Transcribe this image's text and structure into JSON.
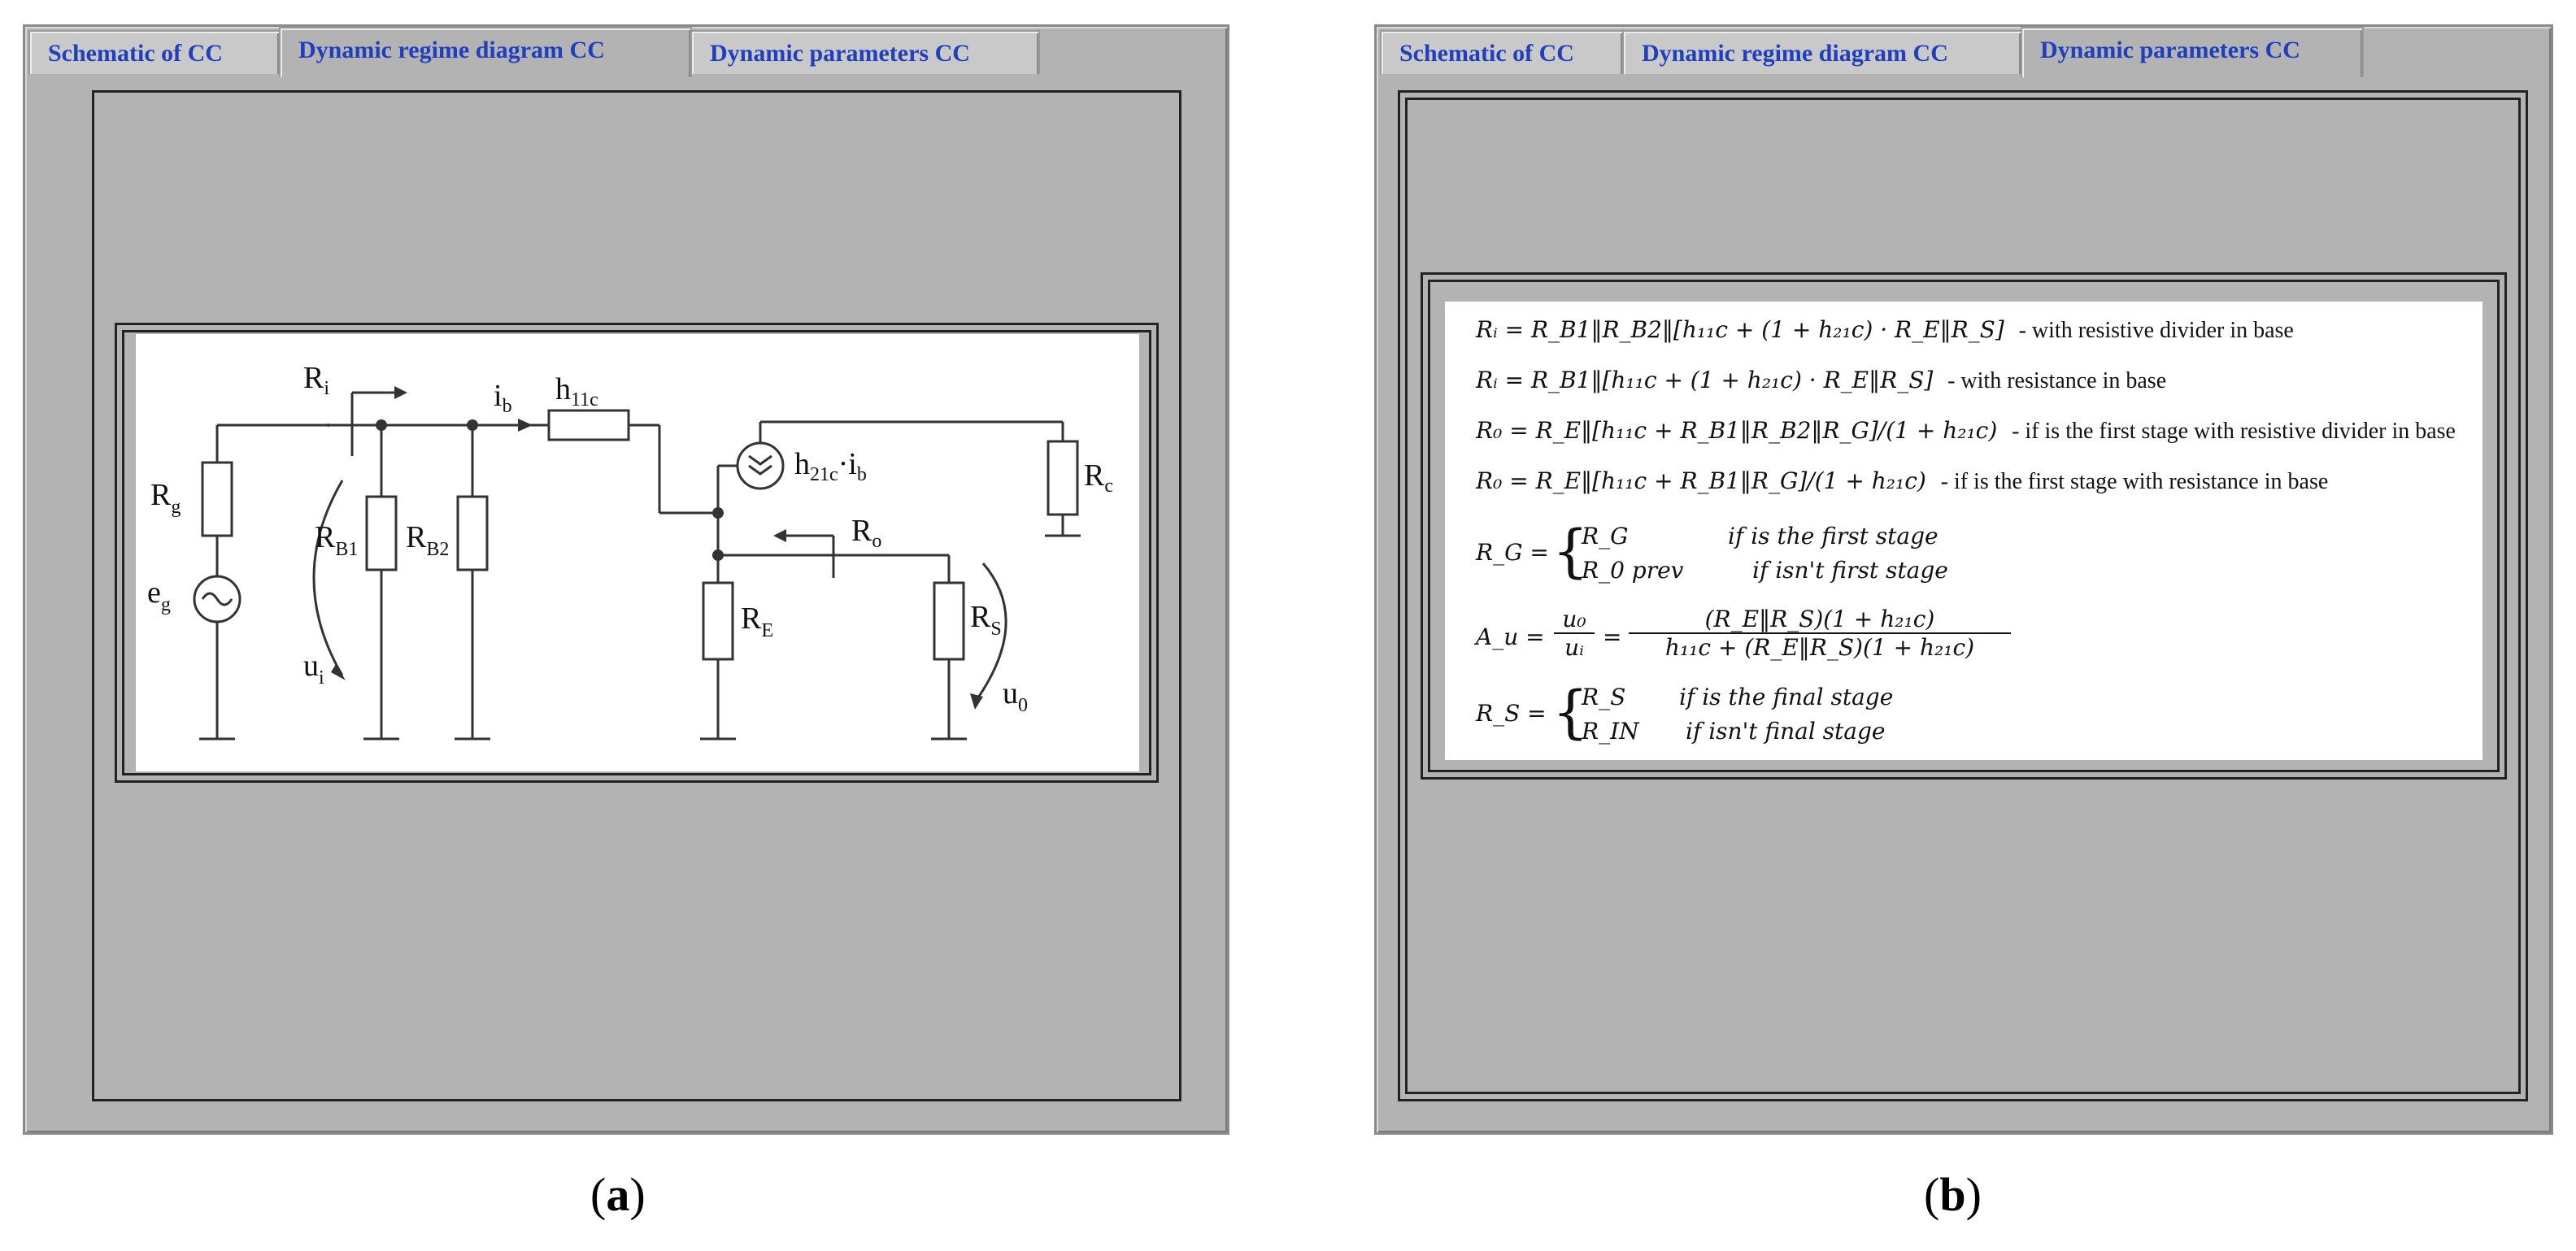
{
  "panel_a": {
    "tabs": [
      {
        "label": "Schematic of CC",
        "active": false
      },
      {
        "label": "Dynamic regime diagram CC",
        "active": true
      },
      {
        "label": "Dynamic parameters CC",
        "active": false
      }
    ],
    "caption": "a"
  },
  "panel_b": {
    "tabs": [
      {
        "label": "Schematic of CC",
        "active": false
      },
      {
        "label": "Dynamic regime diagram CC",
        "active": false
      },
      {
        "label": "Dynamic parameters CC",
        "active": true
      }
    ],
    "caption": "b"
  },
  "colors": {
    "tab_text": "#1f3fbf",
    "panel_bg": "#b3b3b3"
  },
  "circuit": {
    "labels": {
      "Ri": "R",
      "Ri_sub": "i",
      "ib": "i",
      "ib_sub": "b",
      "h11c": "h",
      "h11c_sub": "11c",
      "Rg": "R",
      "Rg_sub": "g",
      "eg": "e",
      "eg_sub": "g",
      "RB1": "R",
      "RB1_sub": "B1",
      "RB2": "R",
      "RB2_sub": "B2",
      "ui": "u",
      "ui_sub": "i",
      "h21c": "h",
      "h21c_sub": "21c",
      "h21c_ib": "·i",
      "h21c_ib_sub": "b",
      "Rc": "R",
      "Rc_sub": "c",
      "Ro": "R",
      "Ro_sub": "o",
      "RE": "R",
      "RE_sub": "E",
      "RS": "R",
      "RS_sub": "S",
      "u0": "u",
      "u0_sub": "0"
    }
  },
  "equations": {
    "eq1": {
      "formula": "Rᵢ = R_B1‖R_B2‖[h₁₁c + (1 + h₂₁c) · R_E‖R_S]",
      "note": "-  with resistive divider in base"
    },
    "eq2": {
      "formula": "Rᵢ = R_B1‖[h₁₁c + (1 + h₂₁c) · R_E‖R_S]",
      "note": "-        with resistance in base"
    },
    "eq3": {
      "formula": "R₀ = R_E‖[h₁₁c + R_B1‖R_B2‖R_G]/(1 + h₂₁c)",
      "note": "-  if is the first stage with resistive divider in base"
    },
    "eq4": {
      "formula": "R₀ = R_E‖[h₁₁c + R_B1‖R_G]/(1 + h₂₁c)",
      "note": "-        if is the first stage with resistance in base"
    },
    "rg": {
      "lhs": "R_G =",
      "c1v": "R_G",
      "c1t": "if is the first stage",
      "c2v": "R_0 prev",
      "c2t": "if isn't first stage"
    },
    "au": {
      "lhs": "A_u =",
      "frac1_num": "u₀",
      "frac1_den": "uᵢ",
      "eq": "=",
      "num": "(R_E‖R_S)(1 + h₂₁c)",
      "den": "h₁₁c + (R_E‖R_S)(1 + h₂₁c)"
    },
    "rs": {
      "lhs": "R_S =",
      "c1v": "R_S",
      "c1t": "if is the final stage",
      "c2v": "R_IN",
      "c2t": "if isn't final stage"
    }
  }
}
